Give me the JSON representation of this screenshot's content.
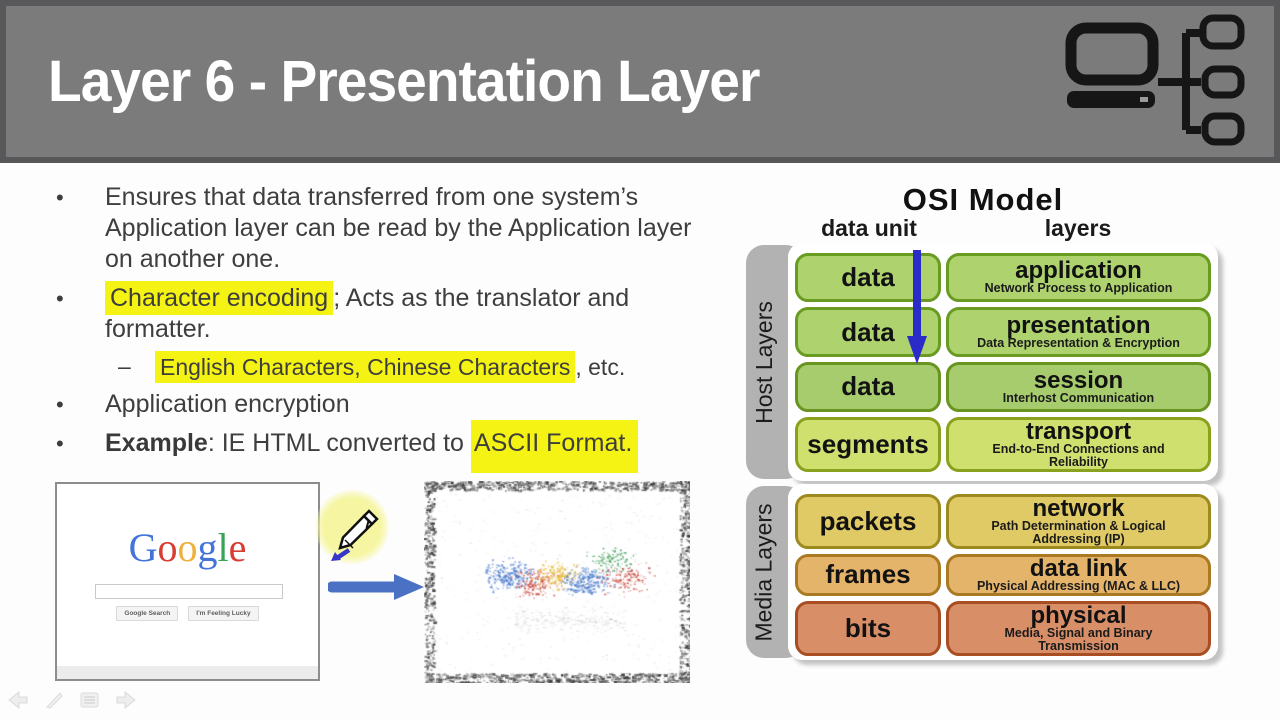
{
  "slide": {
    "title": "Layer 6 - Presentation Layer"
  },
  "bullets": {
    "b1": "Ensures that data transferred from one system’s Application layer can be read by the Application layer on another one.",
    "b2_hl": "Character encoding",
    "b2_rest": "; Acts as the translator and formatter.",
    "sub_hl": "English Characters, Chinese Characters",
    "sub_rest": ", etc.",
    "b3": "Application encryption",
    "b4_bold": "Example",
    "b4_mid": ": IE HTML converted to ",
    "b4_hl": "ASCII Format."
  },
  "osi": {
    "title": "OSI Model",
    "col_data_unit": "data unit",
    "col_layers": "layers",
    "group_host": "Host Layers",
    "group_media": "Media Layers",
    "rows": [
      {
        "unit": "data",
        "layer": "application",
        "desc": "Network Process to Application",
        "bg": "#aed36e",
        "bd": "#699b21"
      },
      {
        "unit": "data",
        "layer": "presentation",
        "desc": "Data Representation & Encryption",
        "bg": "#aed36e",
        "bd": "#699b21"
      },
      {
        "unit": "data",
        "layer": "session",
        "desc": "Interhost Communication",
        "bg": "#a6cc6d",
        "bd": "#68941f"
      },
      {
        "unit": "segments",
        "layer": "transport",
        "desc": "End-to-End Connections and Reliability",
        "bg": "#cfe06f",
        "bd": "#8aa11e"
      },
      {
        "unit": "packets",
        "layer": "network",
        "desc": "Path Determination & Logical Addressing (IP)",
        "bg": "#e0ca66",
        "bd": "#9c8a1e"
      },
      {
        "unit": "frames",
        "layer": "data link",
        "desc": "Physical Addressing (MAC & LLC)",
        "bg": "#e5b46b",
        "bd": "#aa7a22"
      },
      {
        "unit": "bits",
        "layer": "physical",
        "desc": "Media, Signal and Binary Transmission",
        "bg": "#d88e67",
        "bd": "#a84e22"
      }
    ]
  },
  "google": {
    "letters": [
      {
        "ch": "G",
        "color": "#4274da"
      },
      {
        "ch": "o",
        "color": "#d73d32"
      },
      {
        "ch": "o",
        "color": "#f0b13c"
      },
      {
        "ch": "g",
        "color": "#4274da"
      },
      {
        "ch": "l",
        "color": "#3aa35a"
      },
      {
        "ch": "e",
        "color": "#d73d32"
      }
    ],
    "search_button": "Google Search",
    "lucky_button": "I'm Feeling Lucky"
  },
  "colors": {
    "highlight": "#f5f313",
    "header_bg": "#7b7b7b",
    "arrow_blue": "#2b2bc8"
  }
}
